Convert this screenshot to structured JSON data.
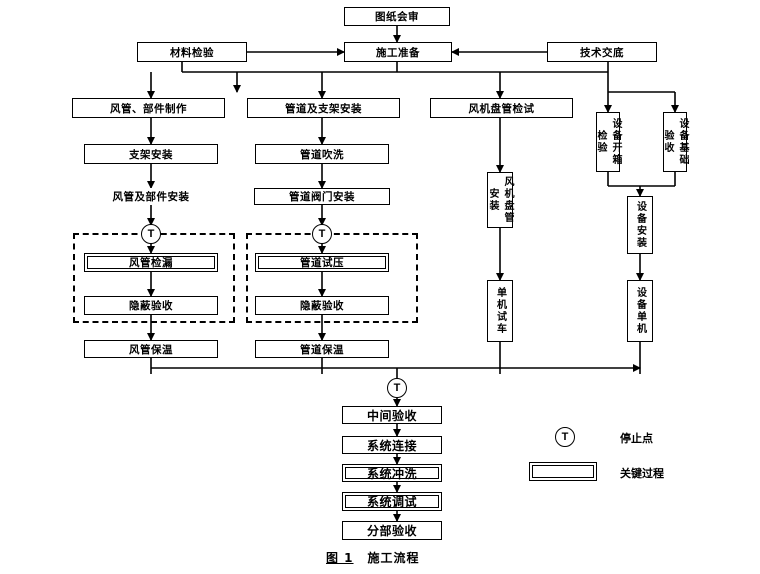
{
  "flow": {
    "top": "图纸会审",
    "materials_check": "材料检验",
    "construction_prep": "施工准备",
    "tech_briefing": "技术交底",
    "duct_fabrication": "风管、部件制作",
    "pipe_support_install": "管道及支架安装",
    "fan_coil_check": "风机盘管检试",
    "equipment_unpack": "设备开箱检验",
    "equipment_foundation": "设备基础验收",
    "support_install": "支架安装",
    "pipe_flush": "管道吹洗",
    "duct_component_install": "风管及部件安装",
    "pipe_valve_install": "管道阀门安装",
    "duct_leak_test": "风管检漏",
    "pipe_pressure_test": "管道试压",
    "hidden_acceptance_left": "隐蔽验收",
    "hidden_acceptance_right": "隐蔽验收",
    "duct_insulation": "风管保温",
    "pipe_insulation": "管道保温",
    "fan_coil_install": "风机盘管安装",
    "single_test_run": "单机试车",
    "equipment_install": "设备安装",
    "equipment_single": "设备单机",
    "mid_acceptance": "中间验收",
    "system_connect": "系统连接",
    "system_flush": "系统冲洗",
    "system_debug": "系统调试",
    "sub_acceptance": "分部验收",
    "stop_symbol": "T"
  },
  "legend": {
    "stop_point": "停止点",
    "key_process": "关键过程"
  },
  "caption": {
    "figure_no": "图 1",
    "title": "施工流程"
  }
}
